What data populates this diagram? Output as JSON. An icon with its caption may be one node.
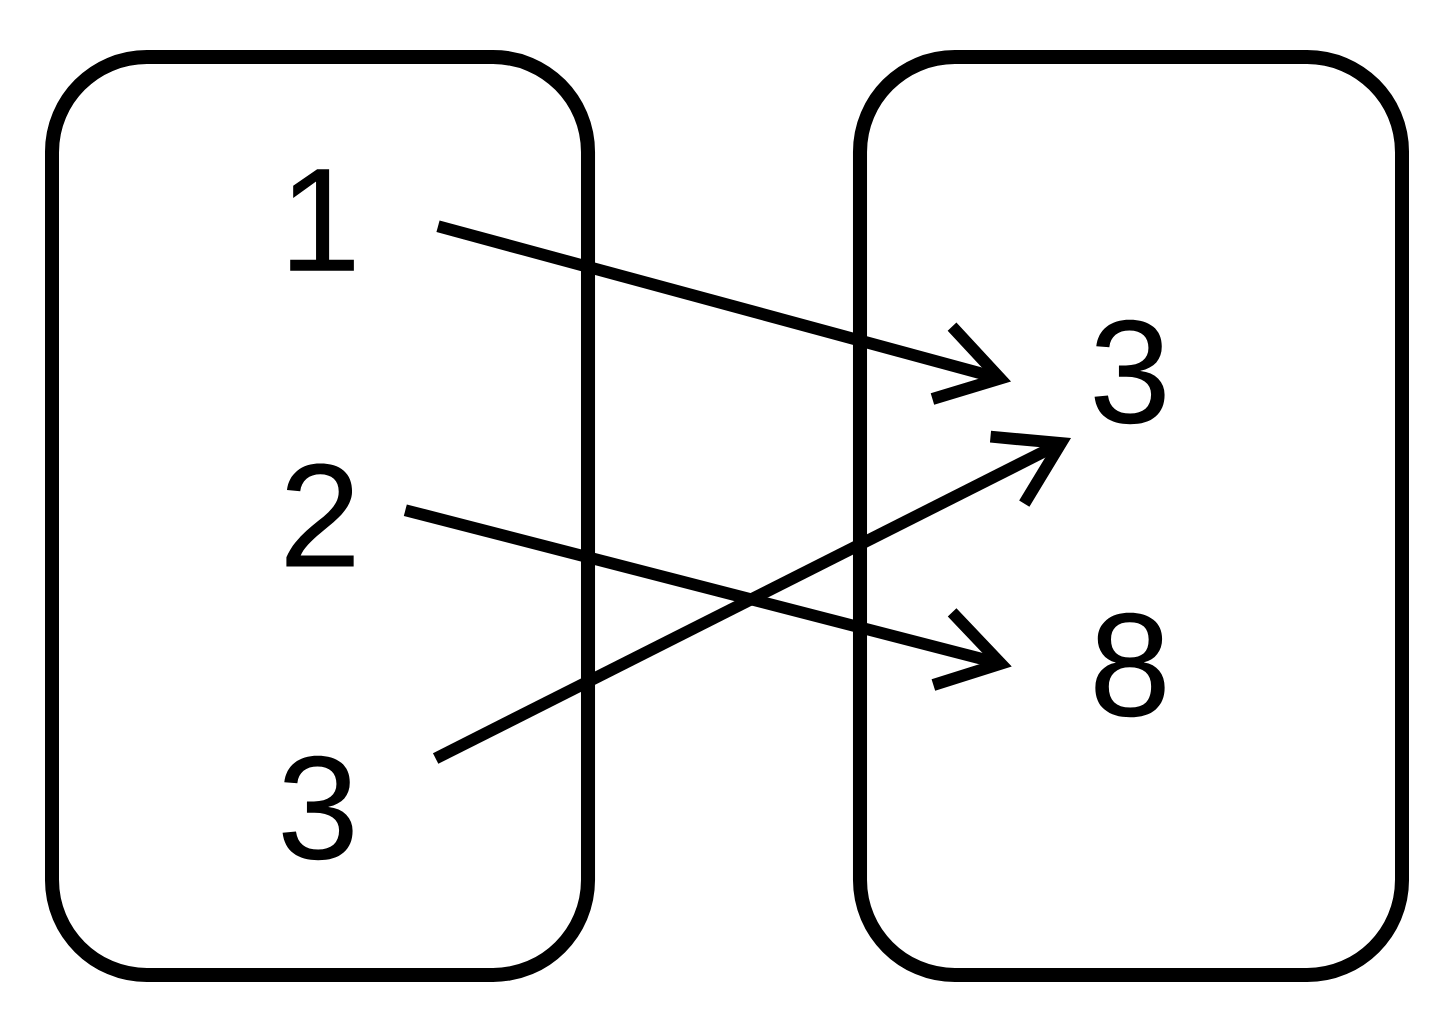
{
  "diagram": {
    "nodes": [
      {
        "text": [],
        "shape": "box"
      },
      {
        "text": [
          "1"
        ],
        "in": 0
      },
      {
        "text": [
          "2"
        ],
        "in": 0
      },
      {
        "text": [
          "3"
        ],
        "in": 0
      },
      {
        "text": [],
        "shape": "box"
      },
      {
        "text": [
          "3"
        ],
        "in": 4
      },
      {
        "text": [
          "8"
        ],
        "in": 4
      }
    ],
    "edges": [
      {
        "from": 1,
        "to": 5,
        "arrow": "to"
      },
      {
        "from": 2,
        "to": 6,
        "arrow": "to"
      },
      {
        "from": 3,
        "to": 5,
        "arrow": "to"
      }
    ]
  }
}
